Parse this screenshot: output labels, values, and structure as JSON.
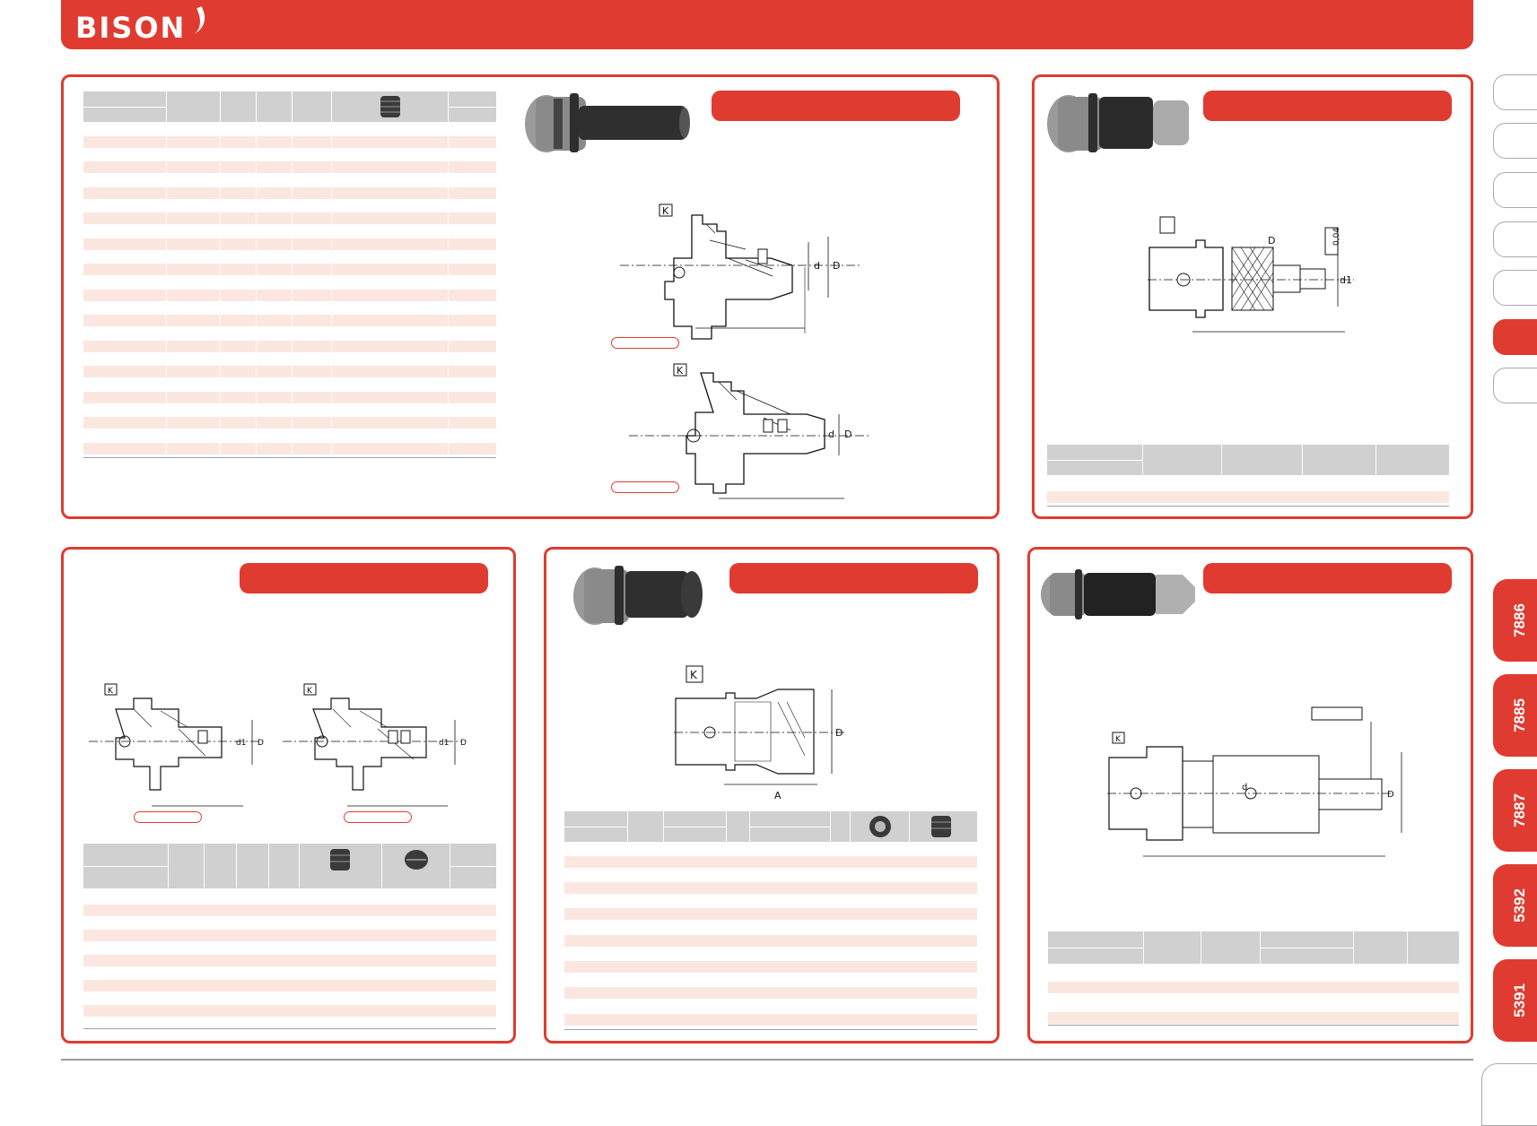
{
  "header": {
    "logo": "BISON"
  },
  "diagram_labels": {
    "k": "K",
    "d": "d",
    "D": "D",
    "d1": "d1",
    "A": "A",
    "runout": "0,04"
  },
  "side_tabs": [
    "7886",
    "7885",
    "7887",
    "5392",
    "5391"
  ],
  "colors": {
    "brand_red": "#e03b30",
    "row_tint": "#fbe7df",
    "header_grey": "#d0d0d0"
  }
}
